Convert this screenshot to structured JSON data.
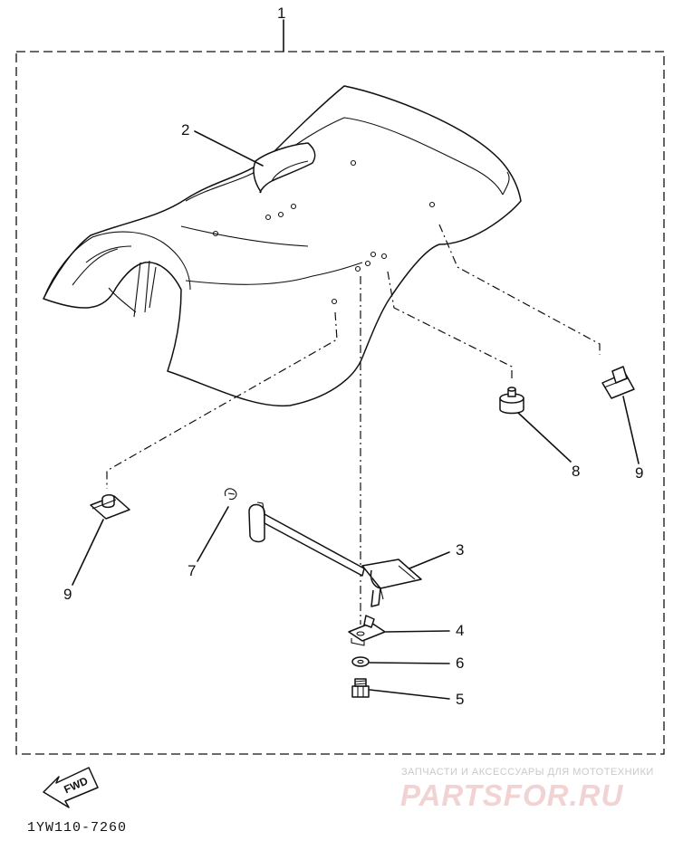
{
  "assembly_label": "1",
  "callouts": {
    "c2": "2",
    "c3": "3",
    "c4": "4",
    "c5": "5",
    "c6": "6",
    "c7": "7",
    "c8": "8",
    "c9_right": "9",
    "c9_left": "9"
  },
  "direction_badge": "FWD",
  "drawing_code": "1YW110-7260",
  "watermark": {
    "tagline": "ЗАПЧАСТИ И АКСЕССУАРЫ ДЛЯ МОТОТЕХНИКИ",
    "logo": "PARTSFOR.RU"
  }
}
